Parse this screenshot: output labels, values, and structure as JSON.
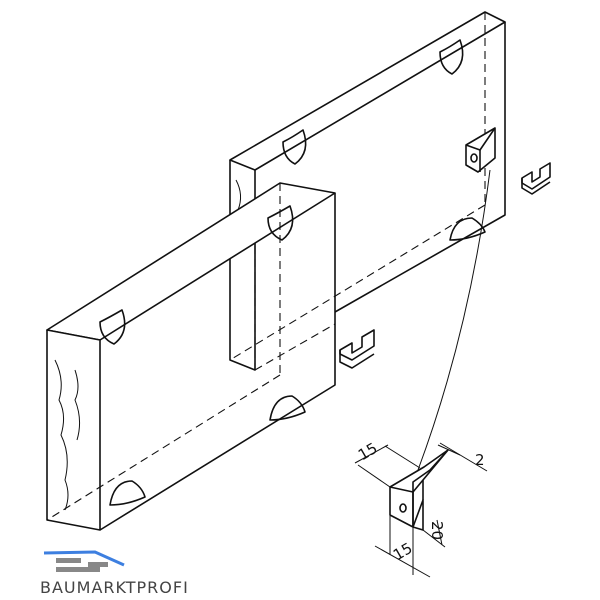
{
  "dimensions": {
    "flange_width": "15",
    "thickness": "2",
    "height": "20",
    "leg_width": "15"
  },
  "logo": {
    "text": "BAUMARKTPROFI",
    "colors": {
      "roof": "#3d7fe0",
      "bricks": "#888888"
    }
  }
}
